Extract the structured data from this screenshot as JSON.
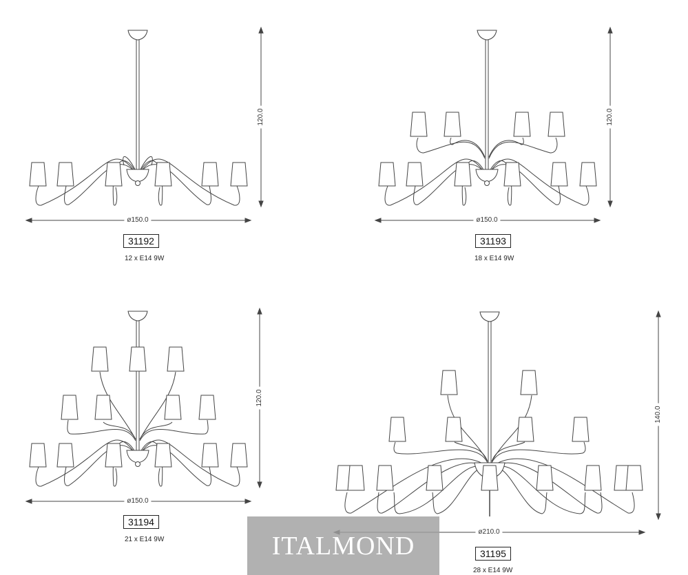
{
  "products": [
    {
      "code": "31192",
      "spec": "12 x E14 9W",
      "height_label": "120.0",
      "diameter_label": "ø150.0",
      "tiers": 1
    },
    {
      "code": "31193",
      "spec": "18 x E14 9W",
      "height_label": "120.0",
      "diameter_label": "ø150.0",
      "tiers": 2
    },
    {
      "code": "31194",
      "spec": "21 x E14 9W",
      "height_label": "120.0",
      "diameter_label": "ø150.0",
      "tiers": 3
    },
    {
      "code": "31195",
      "spec": "28 x E14 9W",
      "height_label": "140.0",
      "diameter_label": "ø210.0",
      "tiers": 3
    }
  ],
  "watermark": "ITALMOND",
  "colors": {
    "line": "#444444",
    "shade_fill": "#ffffff",
    "watermark_bg": "#a0a0a0"
  }
}
